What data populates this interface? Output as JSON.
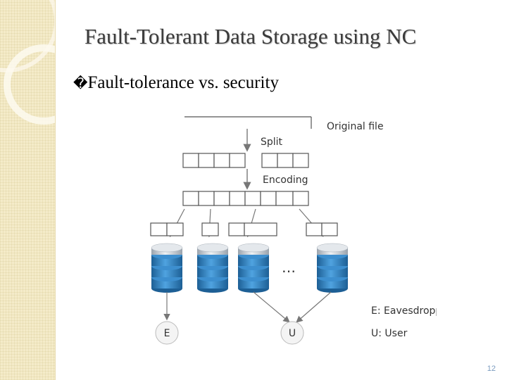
{
  "slide": {
    "title": "Fault-Tolerant Data Storage using NC",
    "bullet_mark": "�",
    "bullet_text": "Fault-tolerance vs. security",
    "page_number": "12"
  },
  "diagram": {
    "labels": {
      "original_file": "Original file",
      "split": "Split",
      "encoding": "Encoding",
      "ellipsis": "…",
      "eavesdropper": "E: Eavesdropper",
      "user": "U: User"
    },
    "nodes": {
      "e": "E",
      "u": "U"
    }
  },
  "colors": {
    "sidebar": "#f4ebc9",
    "title": "#3b3b3b",
    "db_blue": "#2f7fbf",
    "db_silver": "#c9ced4",
    "arrow": "#777777"
  }
}
